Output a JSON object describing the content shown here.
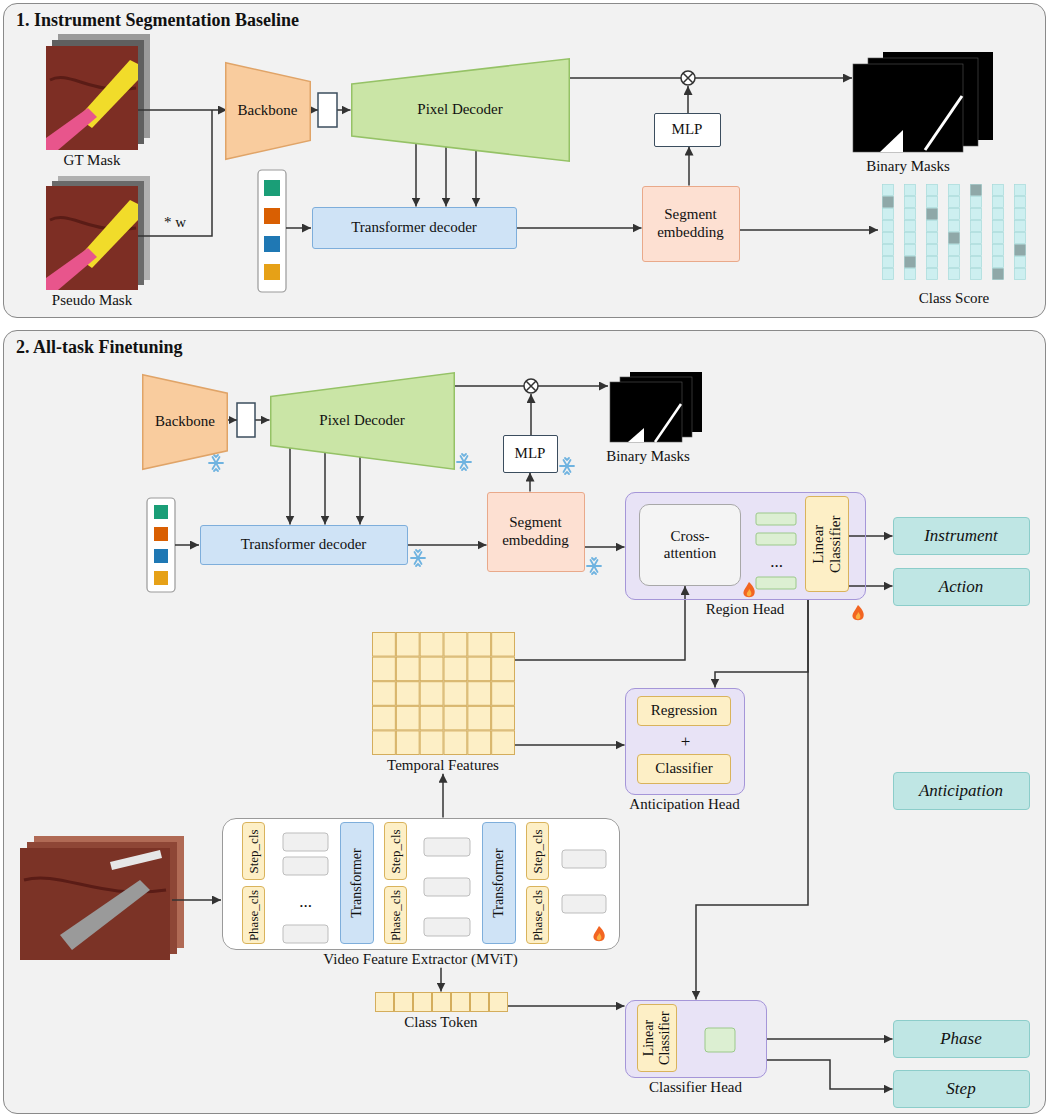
{
  "diagram": {
    "nodes": [
      {
        "text": [
          "1. Instrument Segmentation Baseline"
        ]
      },
      {
        "text": [
          "Backbone"
        ],
        "in": 0
      },
      {
        "text": [
          "Pixel Decoder"
        ],
        "in": 0
      },
      {
        "text": [
          "MLP"
        ],
        "in": 0
      },
      {
        "text": [
          "Transformer decoder"
        ],
        "in": 0
      },
      {
        "text": [
          "Segment embedding"
        ],
        "in": 0
      },
      {
        "text": [
          "2. All-task Finetuning"
        ]
      },
      {
        "text": [
          "Backbone"
        ],
        "in": 6
      },
      {
        "text": [
          "Pixel Decoder"
        ],
        "in": 6
      },
      {
        "text": [
          "MLP"
        ],
        "in": 6
      },
      {
        "text": [
          "Transformer decoder"
        ],
        "in": 6
      },
      {
        "text": [
          "Segment embedding"
        ],
        "in": 6
      },
      {
        "text": [
          "Region Head",
          "..."
        ],
        "in": 6
      },
      {
        "text": [
          "Cross-attention"
        ],
        "in": 12
      },
      {
        "text": [
          "Linear Classifier"
        ],
        "in": 12
      },
      {
        "text": [
          "Instrument"
        ],
        "in": 6
      },
      {
        "text": [
          "Action"
        ],
        "in": 6
      },
      {
        "text": [
          "Temporal Features"
        ],
        "in": 6
      },
      {
        "text": [
          "Anticipation Head",
          "+"
        ],
        "in": 6
      },
      {
        "text": [
          "Regression"
        ],
        "in": 18
      },
      {
        "text": [
          "Classifier"
        ],
        "in": 18
      },
      {
        "text": [
          "Anticipation"
        ],
        "in": 6
      },
      {
        "text": [
          "Video Feature Extractor (MViT)",
          "..."
        ],
        "in": 6
      },
      {
        "text": [
          "Step_cls"
        ],
        "in": 22
      },
      {
        "text": [
          "Phase_cls"
        ],
        "in": 22
      },
      {
        "text": [
          "Transformer"
        ],
        "in": 22
      },
      {
        "text": [
          "Step_cls"
        ],
        "in": 22
      },
      {
        "text": [
          "Phase_cls"
        ],
        "in": 22
      },
      {
        "text": [
          "Transformer"
        ],
        "in": 22
      },
      {
        "text": [
          "Step_cls"
        ],
        "in": 22
      },
      {
        "text": [
          "Phase_cls"
        ],
        "in": 22
      },
      {
        "text": [
          "Class Token"
        ],
        "in": 6
      },
      {
        "text": [
          "Classifier Head"
        ],
        "in": 6
      },
      {
        "text": [
          "Linear Classifier"
        ],
        "in": 32
      },
      {
        "text": [
          "Phase"
        ],
        "in": 6
      },
      {
        "text": [
          "Step"
        ],
        "in": 6
      }
    ],
    "edges": [
      {
        "from": 1,
        "to": 2,
        "arrow": "to"
      },
      {
        "from": 2,
        "to": 4,
        "arrow": "to"
      },
      {
        "from": 2,
        "to": 4,
        "arrow": "to"
      },
      {
        "from": 2,
        "to": 4,
        "arrow": "to"
      },
      {
        "from": 4,
        "to": 5,
        "arrow": "to"
      },
      {
        "from": 5,
        "to": 3,
        "arrow": "to"
      },
      {
        "from": 7,
        "to": 8,
        "arrow": "to"
      },
      {
        "from": 8,
        "to": 10,
        "arrow": "to"
      },
      {
        "from": 8,
        "to": 10,
        "arrow": "to"
      },
      {
        "from": 8,
        "to": 10,
        "arrow": "to"
      },
      {
        "from": 10,
        "to": 11,
        "arrow": "to"
      },
      {
        "from": 11,
        "to": 9,
        "arrow": "to"
      },
      {
        "from": 11,
        "to": 12,
        "arrow": "to"
      },
      {
        "from": 14,
        "to": 15,
        "arrow": "to"
      },
      {
        "from": 14,
        "to": 16,
        "arrow": "to"
      },
      {
        "from": 17,
        "to": 13,
        "arrow": "to"
      },
      {
        "from": 17,
        "to": 18,
        "arrow": "to"
      },
      {
        "from": 12,
        "to": 18,
        "arrow": "to"
      },
      {
        "from": 12,
        "to": 32,
        "arrow": "to"
      },
      {
        "from": 22,
        "to": 17,
        "arrow": "to"
      },
      {
        "from": 22,
        "to": 31,
        "arrow": "to"
      },
      {
        "from": 31,
        "to": 32,
        "arrow": "to"
      },
      {
        "from": 32,
        "to": 34,
        "arrow": "to"
      },
      {
        "from": 32,
        "to": 35,
        "arrow": "to"
      }
    ],
    "labels": [
      "GT Mask",
      "Pseudo Mask",
      "* w",
      "Binary Masks",
      "Class Score",
      "Binary Masks"
    ]
  }
}
